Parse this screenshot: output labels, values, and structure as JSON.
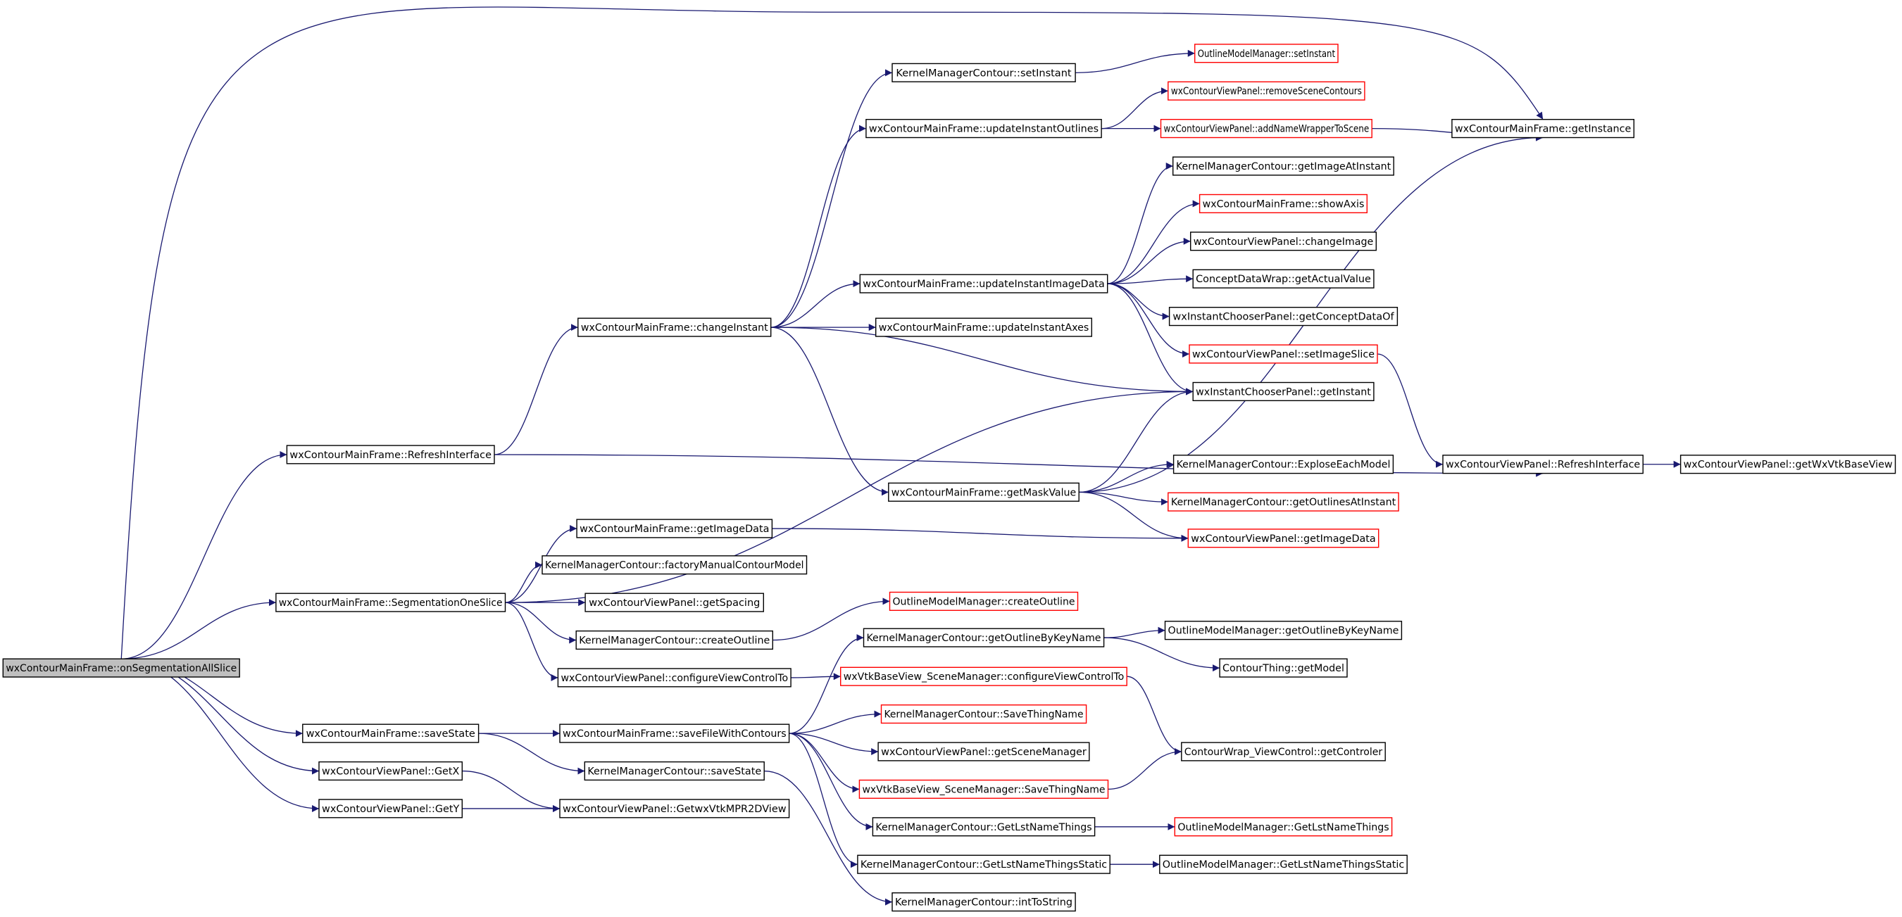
{
  "colors": {
    "edge": "#191970",
    "root_fill": "#bfbfbf",
    "node_border": "#000000",
    "truncated_border": "#ff0000",
    "background": "#ffffff"
  },
  "nodes": {
    "onSegmentationAllSlice": {
      "label": "wxContourMainFrame::onSegmentationAllSlice",
      "style": "root"
    },
    "RefreshInterface": {
      "label": "wxContourMainFrame::RefreshInterface",
      "style": "normal"
    },
    "SegmentationOneSlice": {
      "label": "wxContourMainFrame::SegmentationOneSlice",
      "style": "normal"
    },
    "saveState": {
      "label": "wxContourMainFrame::saveState",
      "style": "normal"
    },
    "GetX": {
      "label": "wxContourViewPanel::GetX",
      "style": "normal"
    },
    "GetY": {
      "label": "wxContourViewPanel::GetY",
      "style": "normal"
    },
    "changeInstant": {
      "label": "wxContourMainFrame::changeInstant",
      "style": "normal"
    },
    "getImageDataMF": {
      "label": "wxContourMainFrame::getImageData",
      "style": "normal"
    },
    "factoryManualContourModel": {
      "label": "KernelManagerContour::factoryManualContourModel",
      "style": "normal"
    },
    "getSpacing": {
      "label": "wxContourViewPanel::getSpacing",
      "style": "normal"
    },
    "createOutlineKMC": {
      "label": "KernelManagerContour::createOutline",
      "style": "normal"
    },
    "configureViewControlToVP": {
      "label": "wxContourViewPanel::configureViewControlTo",
      "style": "normal"
    },
    "saveFileWithContours": {
      "label": "wxContourMainFrame::saveFileWithContours",
      "style": "normal"
    },
    "saveStateKMC": {
      "label": "KernelManagerContour::saveState",
      "style": "normal"
    },
    "GetwxVtkMPR2DView": {
      "label": "wxContourViewPanel::GetwxVtkMPR2DView",
      "style": "normal"
    },
    "setInstantKMC": {
      "label": "KernelManagerContour::setInstant",
      "style": "normal"
    },
    "updateInstantOutlines": {
      "label": "wxContourMainFrame::updateInstantOutlines",
      "style": "normal"
    },
    "updateInstantImageData": {
      "label": "wxContourMainFrame::updateInstantImageData",
      "style": "normal"
    },
    "updateInstantAxes": {
      "label": "wxContourMainFrame::updateInstantAxes",
      "style": "normal"
    },
    "getMaskValue": {
      "label": "wxContourMainFrame::getMaskValue",
      "style": "normal"
    },
    "getOutlineByKeyNameKMC": {
      "label": "KernelManagerContour::getOutlineByKeyName",
      "style": "normal"
    },
    "configureViewControlToSM": {
      "label": "wxVtkBaseView_SceneManager::configureViewControlTo",
      "style": "truncated"
    },
    "SaveThingNameKMC": {
      "label": "KernelManagerContour::SaveThingName",
      "style": "truncated"
    },
    "getSceneManager": {
      "label": "wxContourViewPanel::getSceneManager",
      "style": "normal"
    },
    "SaveThingNameSM": {
      "label": "wxVtkBaseView_SceneManager::SaveThingName",
      "style": "truncated"
    },
    "GetLstNameThingsKMC": {
      "label": "KernelManagerContour::GetLstNameThings",
      "style": "normal"
    },
    "GetLstNameThingsStaticKMC": {
      "label": "KernelManagerContour::GetLstNameThingsStatic",
      "style": "normal"
    },
    "intToString": {
      "label": "KernelManagerContour::intToString",
      "style": "normal"
    },
    "setInstantOMM": {
      "label": "OutlineModelManager::setInstant",
      "style": "truncated"
    },
    "removeSceneContours": {
      "label": "wxContourViewPanel::removeSceneContours",
      "style": "truncated"
    },
    "addNameWrapperToScene": {
      "label": "wxContourViewPanel::addNameWrapperToScene",
      "style": "truncated"
    },
    "getImageAtInstant": {
      "label": "KernelManagerContour::getImageAtInstant",
      "style": "normal"
    },
    "showAxis": {
      "label": "wxContourMainFrame::showAxis",
      "style": "truncated"
    },
    "changeImage": {
      "label": "wxContourViewPanel::changeImage",
      "style": "normal"
    },
    "getActualValue": {
      "label": "ConceptDataWrap::getActualValue",
      "style": "normal"
    },
    "getConceptDataOf": {
      "label": "wxInstantChooserPanel::getConceptDataOf",
      "style": "normal"
    },
    "setImageSlice": {
      "label": "wxContourViewPanel::setImageSlice",
      "style": "truncated"
    },
    "getInstantICP": {
      "label": "wxInstantChooserPanel::getInstant",
      "style": "normal"
    },
    "ExploseEachModel": {
      "label": "KernelManagerContour::ExploseEachModel",
      "style": "normal"
    },
    "getOutlinesAtInstant": {
      "label": "KernelManagerContour::getOutlinesAtInstant",
      "style": "truncated"
    },
    "getImageDataVP": {
      "label": "wxContourViewPanel::getImageData",
      "style": "truncated"
    },
    "createOutlineOMM": {
      "label": "OutlineModelManager::createOutline",
      "style": "truncated"
    },
    "getOutlineByKeyNameOMM": {
      "label": "OutlineModelManager::getOutlineByKeyName",
      "style": "normal"
    },
    "getModel": {
      "label": "ContourThing::getModel",
      "style": "normal"
    },
    "getControler": {
      "label": "ContourWrap_ViewControl::getControler",
      "style": "normal"
    },
    "GetLstNameThingsOMM": {
      "label": "OutlineModelManager::GetLstNameThings",
      "style": "truncated"
    },
    "GetLstNameThingsStaticOMM": {
      "label": "OutlineModelManager::GetLstNameThingsStatic",
      "style": "normal"
    },
    "getInstanceMF": {
      "label": "wxContourMainFrame::getInstance",
      "style": "normal"
    },
    "RefreshInterfaceVP": {
      "label": "wxContourViewPanel::RefreshInterface",
      "style": "normal"
    },
    "getWxVtkBaseView": {
      "label": "wxContourViewPanel::getWxVtkBaseView",
      "style": "normal"
    }
  },
  "edges": [
    [
      "onSegmentationAllSlice",
      "getInstanceMF"
    ],
    [
      "onSegmentationAllSlice",
      "RefreshInterface"
    ],
    [
      "onSegmentationAllSlice",
      "SegmentationOneSlice"
    ],
    [
      "onSegmentationAllSlice",
      "saveState"
    ],
    [
      "onSegmentationAllSlice",
      "GetX"
    ],
    [
      "onSegmentationAllSlice",
      "GetY"
    ],
    [
      "RefreshInterface",
      "changeInstant"
    ],
    [
      "RefreshInterface",
      "RefreshInterfaceVP"
    ],
    [
      "changeInstant",
      "setInstantKMC"
    ],
    [
      "changeInstant",
      "updateInstantOutlines"
    ],
    [
      "changeInstant",
      "updateInstantImageData"
    ],
    [
      "changeInstant",
      "updateInstantAxes"
    ],
    [
      "changeInstant",
      "getInstantICP"
    ],
    [
      "changeInstant",
      "getMaskValue"
    ],
    [
      "setInstantKMC",
      "setInstantOMM"
    ],
    [
      "updateInstantOutlines",
      "removeSceneContours"
    ],
    [
      "updateInstantOutlines",
      "addNameWrapperToScene"
    ],
    [
      "addNameWrapperToScene",
      "getInstanceMF"
    ],
    [
      "updateInstantImageData",
      "getImageAtInstant"
    ],
    [
      "updateInstantImageData",
      "showAxis"
    ],
    [
      "updateInstantImageData",
      "changeImage"
    ],
    [
      "updateInstantImageData",
      "getActualValue"
    ],
    [
      "updateInstantImageData",
      "getConceptDataOf"
    ],
    [
      "updateInstantImageData",
      "setImageSlice"
    ],
    [
      "updateInstantImageData",
      "getInstantICP"
    ],
    [
      "setImageSlice",
      "RefreshInterfaceVP"
    ],
    [
      "RefreshInterfaceVP",
      "getWxVtkBaseView"
    ],
    [
      "getMaskValue",
      "getInstantICP"
    ],
    [
      "getMaskValue",
      "getInstanceMF"
    ],
    [
      "getMaskValue",
      "ExploseEachModel"
    ],
    [
      "getMaskValue",
      "getOutlinesAtInstant"
    ],
    [
      "getMaskValue",
      "getImageDataVP"
    ],
    [
      "SegmentationOneSlice",
      "getInstantICP"
    ],
    [
      "SegmentationOneSlice",
      "getImageDataMF"
    ],
    [
      "SegmentationOneSlice",
      "factoryManualContourModel"
    ],
    [
      "SegmentationOneSlice",
      "getSpacing"
    ],
    [
      "SegmentationOneSlice",
      "createOutlineKMC"
    ],
    [
      "SegmentationOneSlice",
      "configureViewControlToVP"
    ],
    [
      "getImageDataMF",
      "getImageDataVP"
    ],
    [
      "createOutlineKMC",
      "createOutlineOMM"
    ],
    [
      "configureViewControlToVP",
      "configureViewControlToSM"
    ],
    [
      "configureViewControlToSM",
      "getControler"
    ],
    [
      "saveState",
      "saveFileWithContours"
    ],
    [
      "saveState",
      "saveStateKMC"
    ],
    [
      "saveFileWithContours",
      "getOutlineByKeyNameKMC"
    ],
    [
      "saveFileWithContours",
      "SaveThingNameKMC"
    ],
    [
      "saveFileWithContours",
      "getSceneManager"
    ],
    [
      "saveFileWithContours",
      "SaveThingNameSM"
    ],
    [
      "saveFileWithContours",
      "GetLstNameThingsKMC"
    ],
    [
      "saveFileWithContours",
      "GetLstNameThingsStaticKMC"
    ],
    [
      "getOutlineByKeyNameKMC",
      "getOutlineByKeyNameOMM"
    ],
    [
      "getOutlineByKeyNameKMC",
      "getModel"
    ],
    [
      "SaveThingNameSM",
      "getControler"
    ],
    [
      "GetLstNameThingsKMC",
      "GetLstNameThingsOMM"
    ],
    [
      "GetLstNameThingsStaticKMC",
      "GetLstNameThingsStaticOMM"
    ],
    [
      "saveStateKMC",
      "intToString"
    ],
    [
      "GetX",
      "GetwxVtkMPR2DView"
    ],
    [
      "GetY",
      "GetwxVtkMPR2DView"
    ]
  ]
}
